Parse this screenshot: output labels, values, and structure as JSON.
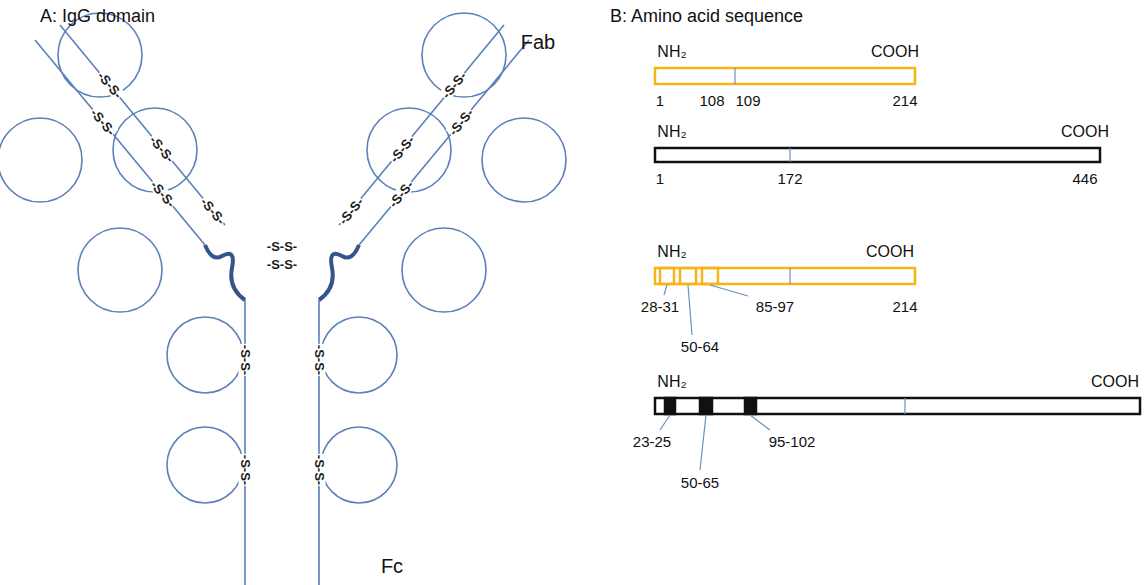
{
  "diagram": {
    "labels": [
      "A: IgG domain",
      "Fab",
      "-S-S-",
      "-S-S-",
      "-S-S-",
      "-S-S-",
      "-S-S-",
      "-S-S-",
      "-S-S-",
      "-S-S-",
      "-S-S-",
      "-S-S-",
      "-S-S-",
      "-S-S-",
      "-S-S-",
      "-S-S-",
      "-S-S-",
      "-S-S-",
      "Fc",
      "B: Amino acid sequence",
      "NH₂",
      "COOH",
      "1",
      "108",
      "109",
      "214",
      "NH₂",
      "COOH",
      "1",
      "172",
      "446",
      "NH₂",
      "COOH",
      "28-31",
      "50-64",
      "85-97",
      "214",
      "NH₂",
      "COOH",
      "23-25",
      "50-65",
      "95-102"
    ]
  }
}
